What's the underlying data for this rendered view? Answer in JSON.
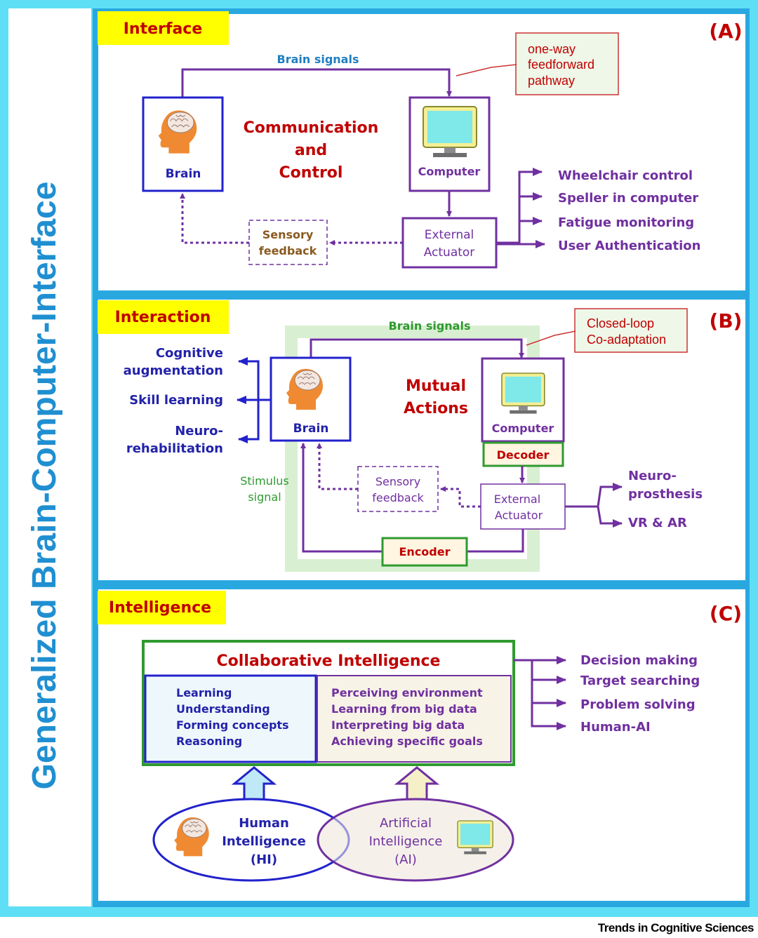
{
  "side_title": "Generalized Brain-Computer-Interface",
  "footer": "Trends in Cognitive Sciences",
  "panelA": {
    "tag": "Interface",
    "letter": "(A)",
    "signal": "Brain signals",
    "note": [
      "one-way",
      "feedforward",
      "pathway"
    ],
    "brain": "Brain",
    "computer": "Computer",
    "center": [
      "Communication",
      "and",
      "Control"
    ],
    "feedback": [
      "Sensory",
      "feedback"
    ],
    "actuator": [
      "External",
      "Actuator"
    ],
    "outputs": [
      "Wheelchair control",
      "Speller in computer",
      "Fatigue monitoring",
      "User Authentication"
    ]
  },
  "panelB": {
    "tag": "Interaction",
    "letter": "(B)",
    "signal": "Brain signals",
    "note": [
      "Closed-loop",
      "Co-adaptation"
    ],
    "brain": "Brain",
    "computer": "Computer",
    "center": [
      "Mutual",
      "Actions"
    ],
    "decoder": "Decoder",
    "encoder": "Encoder",
    "feedback": [
      "Sensory",
      "feedback"
    ],
    "actuator": [
      "External",
      "Actuator"
    ],
    "stimulus": [
      "Stimulus",
      "signal"
    ],
    "left_outputs": [
      "Cognitive",
      "augmentation",
      "Skill learning",
      "Neuro-",
      "rehabilitation"
    ],
    "right_outputs": [
      "Neuro-",
      "prosthesis",
      "VR & AR"
    ]
  },
  "panelC": {
    "tag": "Intelligence",
    "letter": "(C)",
    "title": "Collaborative Intelligence",
    "human_items": [
      "Learning",
      "Understanding",
      "Forming concepts",
      "Reasoning"
    ],
    "ai_items": [
      "Perceiving environment",
      "Learning from big data",
      "Interpreting big data",
      "Achieving specific goals"
    ],
    "hi": [
      "Human",
      "Intelligence",
      "(HI)"
    ],
    "ai": [
      "Artificial",
      "Intelligence",
      "(AI)"
    ],
    "outputs": [
      "Decision  making",
      "Target searching",
      "Problem solving",
      "Human-AI"
    ]
  }
}
